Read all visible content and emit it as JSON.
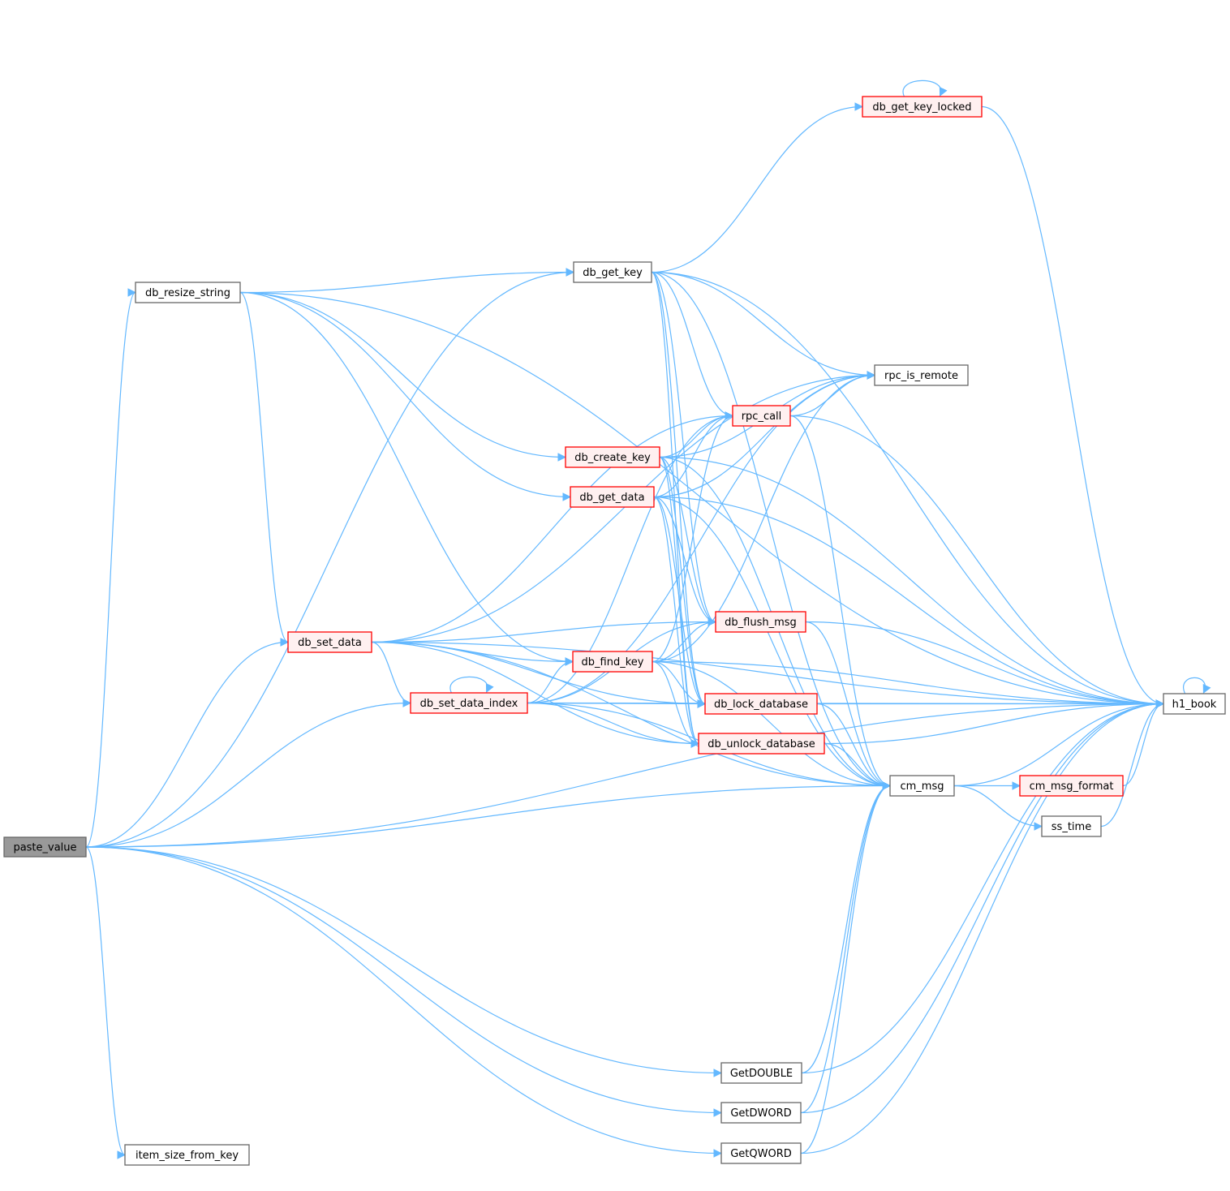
{
  "diagram": {
    "type": "call-graph",
    "colors": {
      "edge": "#63b8ff",
      "root_fill": "#999999",
      "root_border": "#666666",
      "plain_fill": "#ffffff",
      "plain_border": "#666666",
      "red_fill": "#fff0f0",
      "red_border": "#ff0000"
    },
    "nodes": [
      {
        "id": "paste_value",
        "label": "paste_value",
        "style": "root"
      },
      {
        "id": "db_resize_string",
        "label": "db_resize_string",
        "style": "plain"
      },
      {
        "id": "db_set_data",
        "label": "db_set_data",
        "style": "red"
      },
      {
        "id": "db_set_data_index",
        "label": "db_set_data_index",
        "style": "red"
      },
      {
        "id": "db_get_key",
        "label": "db_get_key",
        "style": "plain"
      },
      {
        "id": "db_get_key_locked",
        "label": "db_get_key_locked",
        "style": "red"
      },
      {
        "id": "db_create_key",
        "label": "db_create_key",
        "style": "red"
      },
      {
        "id": "db_get_data",
        "label": "db_get_data",
        "style": "red"
      },
      {
        "id": "db_find_key",
        "label": "db_find_key",
        "style": "red"
      },
      {
        "id": "rpc_call",
        "label": "rpc_call",
        "style": "red"
      },
      {
        "id": "rpc_is_remote",
        "label": "rpc_is_remote",
        "style": "plain"
      },
      {
        "id": "db_flush_msg",
        "label": "db_flush_msg",
        "style": "red"
      },
      {
        "id": "db_lock_database",
        "label": "db_lock_database",
        "style": "red"
      },
      {
        "id": "db_unlock_database",
        "label": "db_unlock_database",
        "style": "red"
      },
      {
        "id": "cm_msg",
        "label": "cm_msg",
        "style": "plain"
      },
      {
        "id": "cm_msg_format",
        "label": "cm_msg_format",
        "style": "red"
      },
      {
        "id": "ss_time",
        "label": "ss_time",
        "style": "plain"
      },
      {
        "id": "h1_book",
        "label": "h1_book",
        "style": "plain"
      },
      {
        "id": "GetDOUBLE",
        "label": "GetDOUBLE",
        "style": "plain"
      },
      {
        "id": "GetDWORD",
        "label": "GetDWORD",
        "style": "plain"
      },
      {
        "id": "GetQWORD",
        "label": "GetQWORD",
        "style": "plain"
      },
      {
        "id": "item_size_from_key",
        "label": "item_size_from_key",
        "style": "plain"
      }
    ],
    "edges": [
      [
        "paste_value",
        "h1_book"
      ],
      [
        "paste_value",
        "db_get_key"
      ],
      [
        "paste_value",
        "db_resize_string"
      ],
      [
        "paste_value",
        "db_set_data"
      ],
      [
        "paste_value",
        "db_set_data_index"
      ],
      [
        "paste_value",
        "cm_msg"
      ],
      [
        "paste_value",
        "GetDOUBLE"
      ],
      [
        "paste_value",
        "GetDWORD"
      ],
      [
        "paste_value",
        "GetQWORD"
      ],
      [
        "paste_value",
        "item_size_from_key"
      ],
      [
        "db_resize_string",
        "h1_book"
      ],
      [
        "db_resize_string",
        "db_get_key"
      ],
      [
        "db_resize_string",
        "db_create_key"
      ],
      [
        "db_resize_string",
        "db_get_data"
      ],
      [
        "db_resize_string",
        "db_set_data"
      ],
      [
        "db_resize_string",
        "db_find_key"
      ],
      [
        "db_set_data",
        "rpc_is_remote"
      ],
      [
        "db_set_data",
        "rpc_call"
      ],
      [
        "db_set_data",
        "db_flush_msg"
      ],
      [
        "db_set_data",
        "db_lock_database"
      ],
      [
        "db_set_data",
        "db_find_key"
      ],
      [
        "db_set_data",
        "db_set_data_index"
      ],
      [
        "db_set_data",
        "db_unlock_database"
      ],
      [
        "db_set_data",
        "cm_msg"
      ],
      [
        "db_set_data",
        "h1_book"
      ],
      [
        "db_set_data_index",
        "db_set_data_index"
      ],
      [
        "db_set_data_index",
        "rpc_is_remote"
      ],
      [
        "db_set_data_index",
        "rpc_call"
      ],
      [
        "db_set_data_index",
        "db_flush_msg"
      ],
      [
        "db_set_data_index",
        "db_find_key"
      ],
      [
        "db_set_data_index",
        "db_lock_database"
      ],
      [
        "db_set_data_index",
        "db_unlock_database"
      ],
      [
        "db_set_data_index",
        "cm_msg"
      ],
      [
        "db_set_data_index",
        "h1_book"
      ],
      [
        "db_get_key",
        "db_get_key_locked"
      ],
      [
        "db_get_key",
        "h1_book"
      ],
      [
        "db_get_key",
        "rpc_is_remote"
      ],
      [
        "db_get_key",
        "rpc_call"
      ],
      [
        "db_get_key",
        "db_flush_msg"
      ],
      [
        "db_get_key",
        "db_lock_database"
      ],
      [
        "db_get_key",
        "db_unlock_database"
      ],
      [
        "db_get_key",
        "cm_msg"
      ],
      [
        "db_get_key_locked",
        "db_get_key_locked"
      ],
      [
        "db_get_key_locked",
        "h1_book"
      ],
      [
        "db_create_key",
        "rpc_is_remote"
      ],
      [
        "db_create_key",
        "rpc_call"
      ],
      [
        "db_create_key",
        "h1_book"
      ],
      [
        "db_create_key",
        "db_flush_msg"
      ],
      [
        "db_create_key",
        "db_lock_database"
      ],
      [
        "db_create_key",
        "db_unlock_database"
      ],
      [
        "db_create_key",
        "cm_msg"
      ],
      [
        "db_get_data",
        "rpc_is_remote"
      ],
      [
        "db_get_data",
        "rpc_call"
      ],
      [
        "db_get_data",
        "h1_book"
      ],
      [
        "db_get_data",
        "db_flush_msg"
      ],
      [
        "db_get_data",
        "db_lock_database"
      ],
      [
        "db_get_data",
        "db_unlock_database"
      ],
      [
        "db_get_data",
        "cm_msg"
      ],
      [
        "db_find_key",
        "rpc_is_remote"
      ],
      [
        "db_find_key",
        "rpc_call"
      ],
      [
        "db_find_key",
        "db_flush_msg"
      ],
      [
        "db_find_key",
        "db_lock_database"
      ],
      [
        "db_find_key",
        "db_unlock_database"
      ],
      [
        "db_find_key",
        "cm_msg"
      ],
      [
        "db_find_key",
        "h1_book"
      ],
      [
        "rpc_call",
        "rpc_is_remote"
      ],
      [
        "rpc_call",
        "cm_msg"
      ],
      [
        "rpc_call",
        "h1_book"
      ],
      [
        "db_flush_msg",
        "h1_book"
      ],
      [
        "db_flush_msg",
        "cm_msg"
      ],
      [
        "db_lock_database",
        "h1_book"
      ],
      [
        "db_lock_database",
        "cm_msg"
      ],
      [
        "db_unlock_database",
        "h1_book"
      ],
      [
        "db_unlock_database",
        "cm_msg"
      ],
      [
        "cm_msg",
        "cm_msg_format"
      ],
      [
        "cm_msg",
        "ss_time"
      ],
      [
        "cm_msg",
        "h1_book"
      ],
      [
        "cm_msg_format",
        "h1_book"
      ],
      [
        "ss_time",
        "h1_book"
      ],
      [
        "h1_book",
        "h1_book"
      ],
      [
        "GetDOUBLE",
        "cm_msg"
      ],
      [
        "GetDOUBLE",
        "h1_book"
      ],
      [
        "GetDWORD",
        "cm_msg"
      ],
      [
        "GetDWORD",
        "h1_book"
      ],
      [
        "GetQWORD",
        "cm_msg"
      ],
      [
        "GetQWORD",
        "h1_book"
      ]
    ]
  }
}
